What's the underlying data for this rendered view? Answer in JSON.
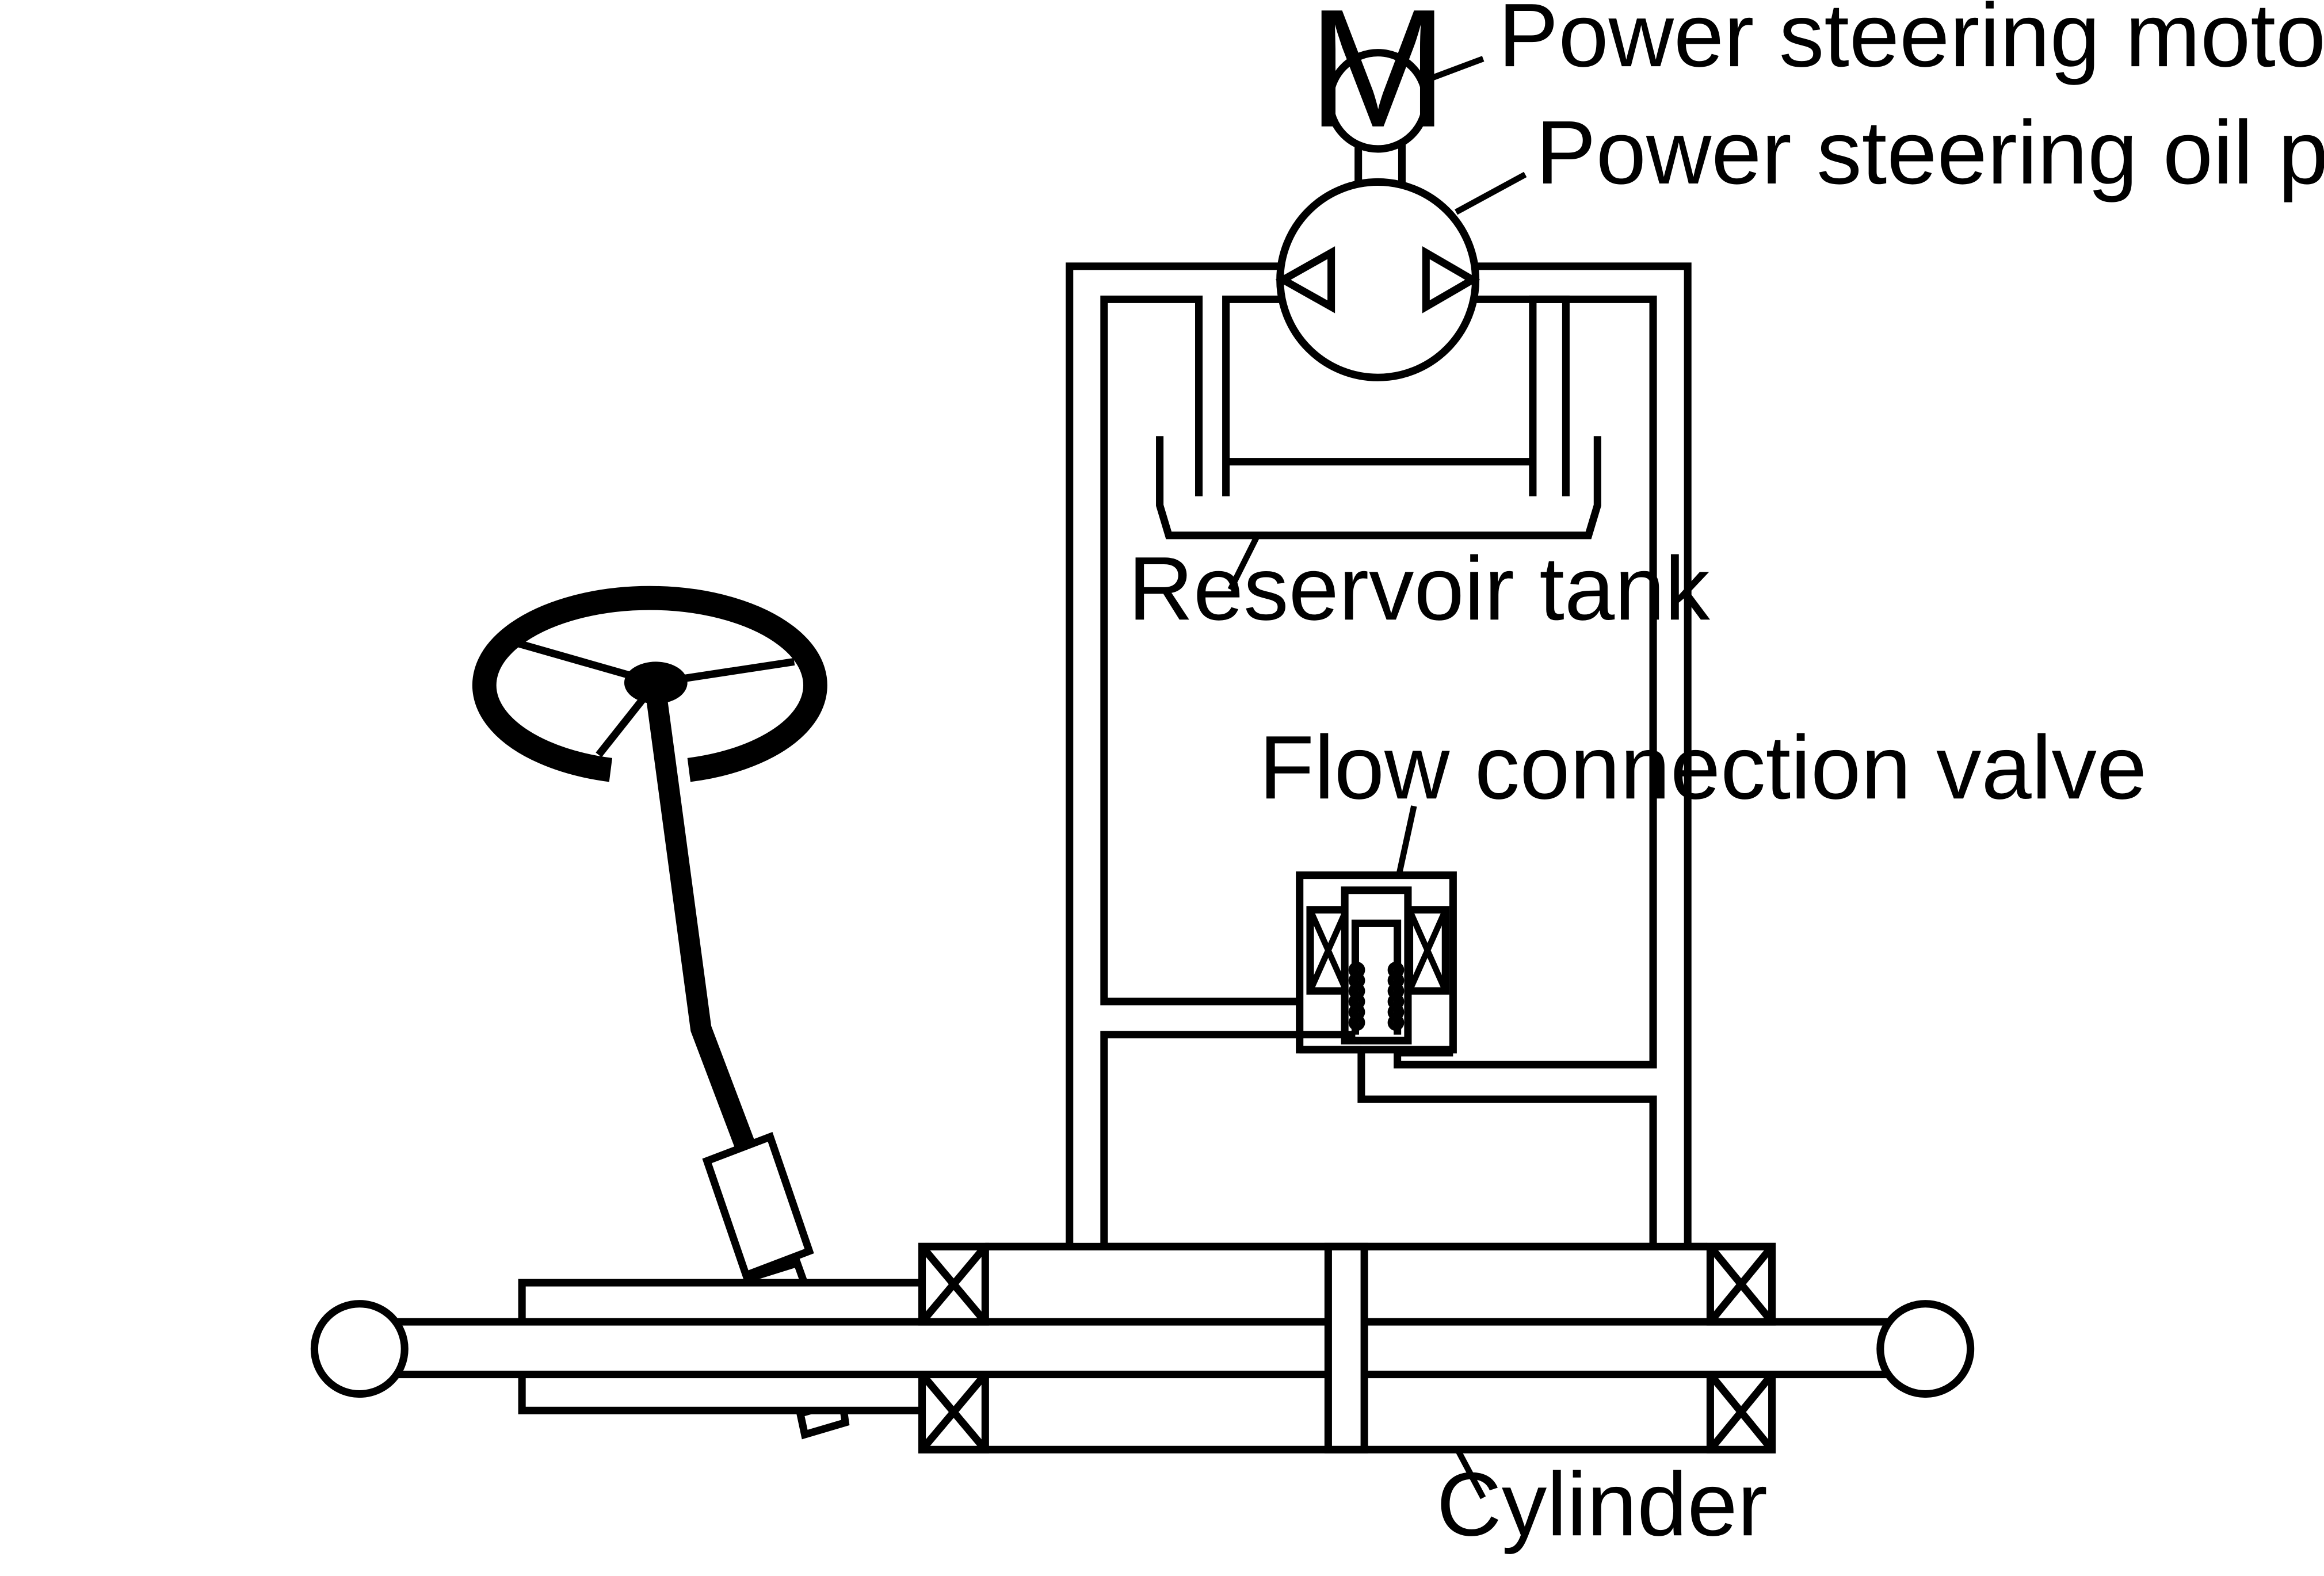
{
  "labels": {
    "motor": "Power steering motor",
    "pump": "Power steering oil pump",
    "reservoir": "Reservoir tank",
    "valve": "Flow connection valve",
    "cylinder": "Cylinder"
  },
  "motor_symbol": "M"
}
